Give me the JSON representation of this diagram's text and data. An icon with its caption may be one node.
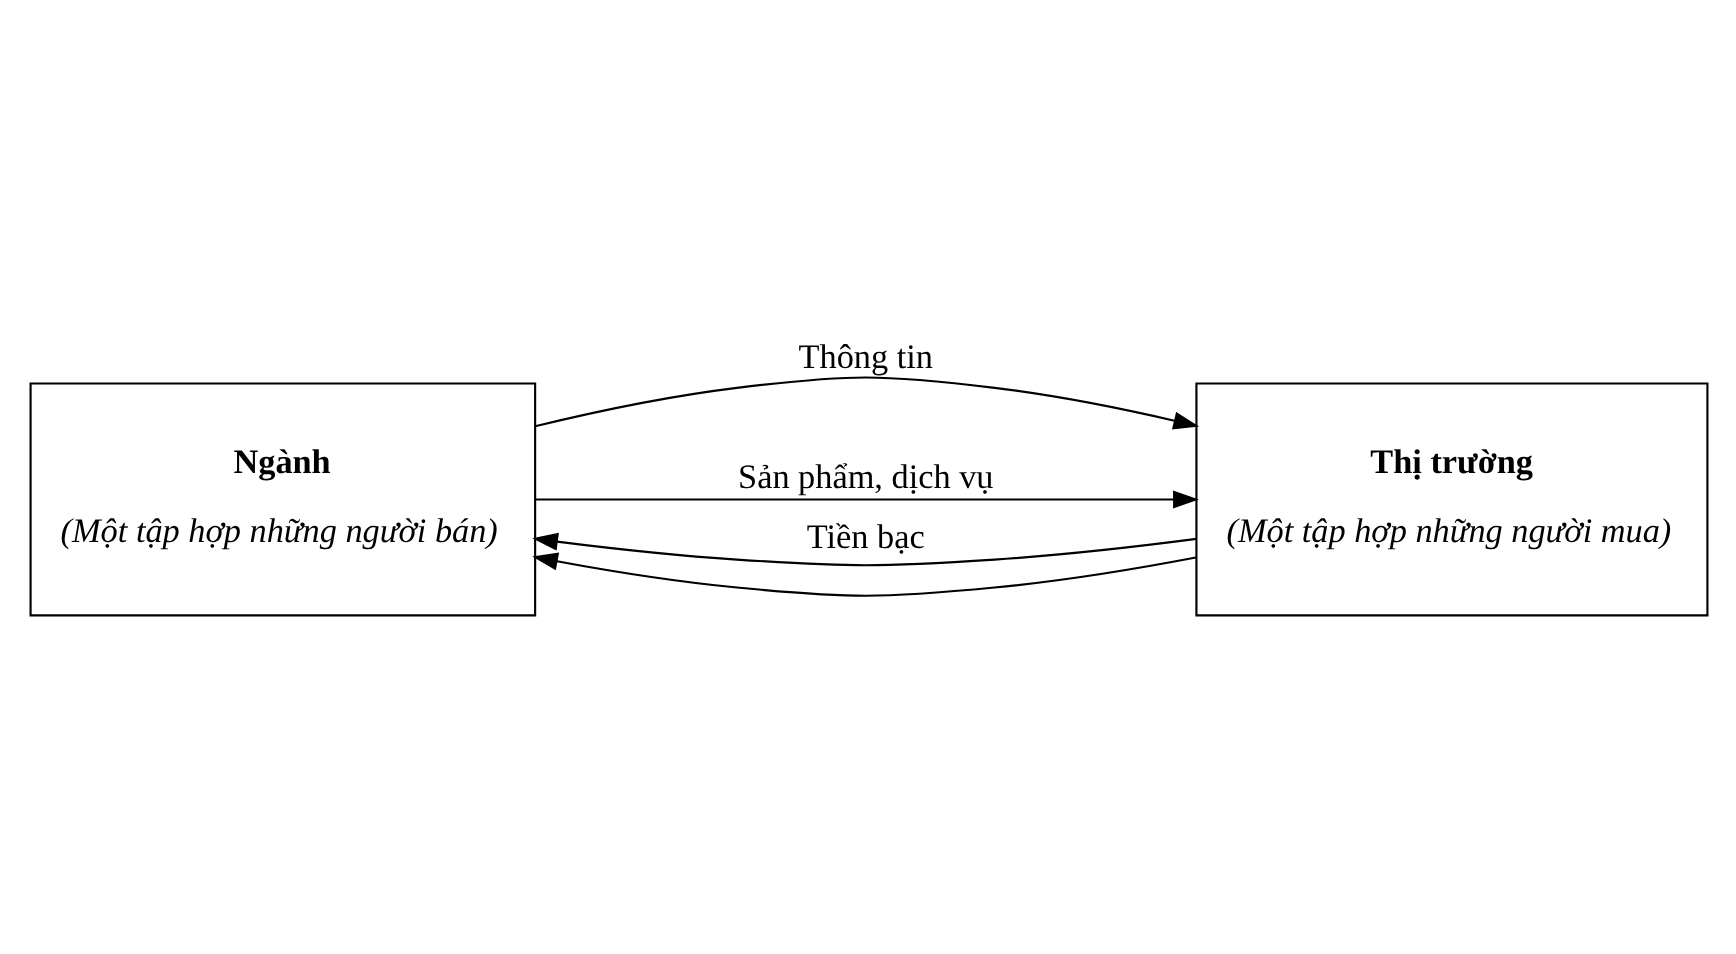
{
  "diagram": {
    "nodes": [
      {
        "text": [
          "Ngành",
          "(Một tập hợp những người bán)"
        ]
      },
      {
        "text": [
          "Thị trường",
          "(Một tập hợp những người mua)"
        ]
      }
    ],
    "edges": [
      {
        "from": 0,
        "to": 1,
        "arrow": "to",
        "label": "Thông tin"
      },
      {
        "from": 0,
        "to": 1,
        "arrow": "to",
        "label": "Sản phẩm, dịch vụ"
      },
      {
        "from": 1,
        "to": 0,
        "arrow": "to",
        "label": "Tiền bạc"
      },
      {
        "from": 1,
        "to": 0,
        "arrow": "to"
      }
    ]
  }
}
